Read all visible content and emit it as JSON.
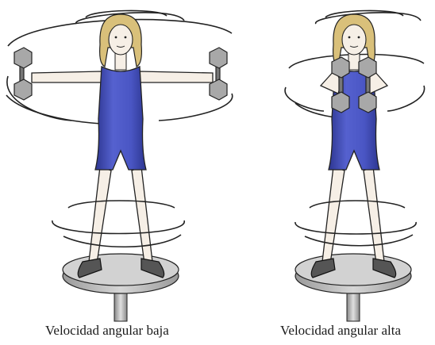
{
  "captions": {
    "left": "Velocidad angular baja",
    "right": "Velocidad angular alta"
  },
  "colors": {
    "suit": "#4a56c4",
    "suit_shadow": "#2d3690",
    "skin": "#f6efe6",
    "hair": "#d9c07a",
    "dumbbell": "#a8a8a8",
    "platform": "#c9c9c9",
    "outline": "#222222"
  },
  "figures": [
    {
      "pose": "arms-extended",
      "dumbbells": "held-far-out"
    },
    {
      "pose": "arms-tucked",
      "dumbbells": "held-at-chest"
    }
  ]
}
